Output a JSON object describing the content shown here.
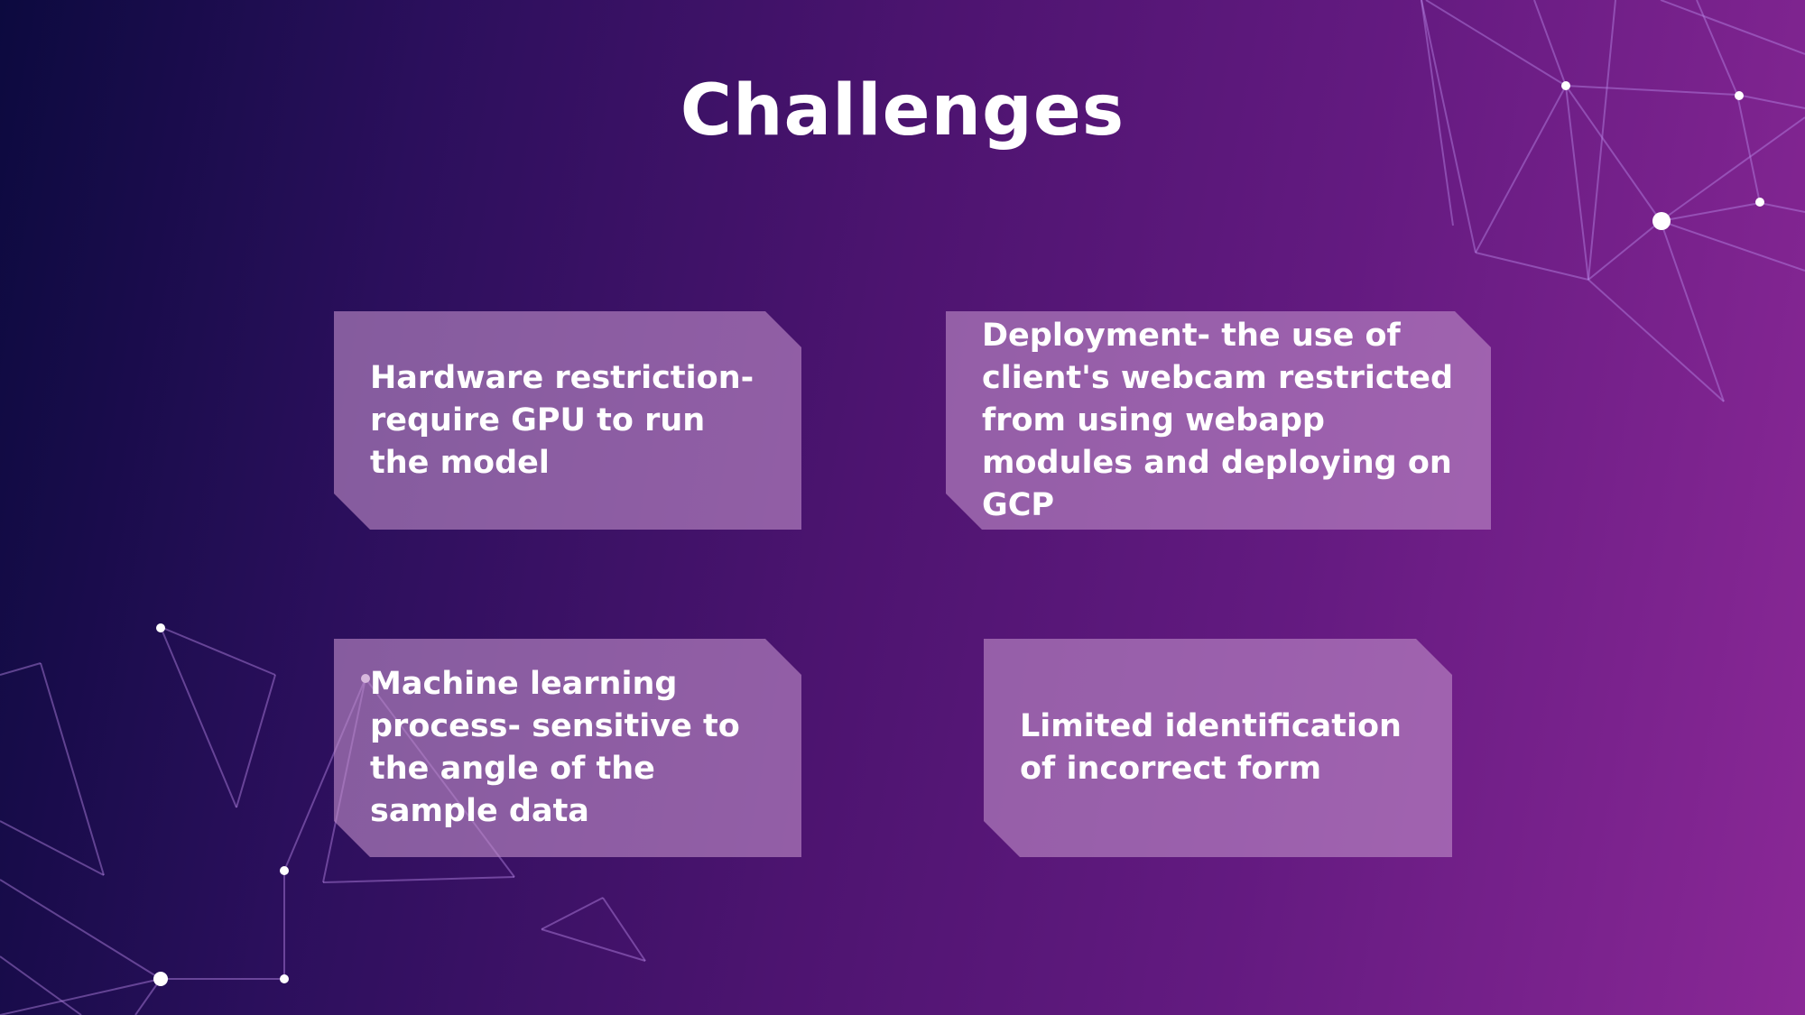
{
  "slide": {
    "title": "Challenges",
    "cards": [
      {
        "text": "Hardware restriction- require GPU to run the model"
      },
      {
        "text": "Deployment- the use of client's webcam restricted from using webapp modules and deploying on GCP"
      },
      {
        "text": "Machine learning process- sensitive to the angle of the sample data"
      },
      {
        "text": "Limited identification of incorrect form"
      }
    ]
  },
  "colors": {
    "background_start": "#0c0a3f",
    "background_end": "#8a2896",
    "card_fill": "#be8cc8",
    "text": "#ffffff"
  }
}
